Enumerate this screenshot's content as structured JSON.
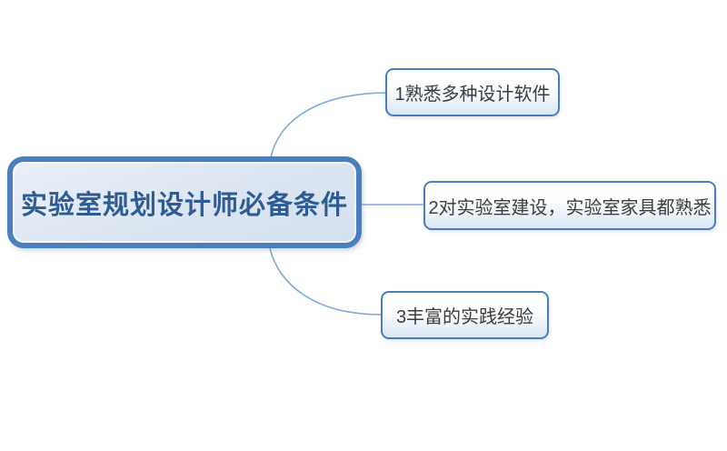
{
  "diagram": {
    "type": "mindmap",
    "background_color": "#ffffff",
    "root": {
      "label": "实验室规划设计师必备条件",
      "border_color": "#4a7ebc",
      "fill_color": "#dbe5f1",
      "text_color": "#2d5b94"
    },
    "branches": [
      {
        "label": "1熟悉多种设计软件"
      },
      {
        "label": "2对实验室建设，实验室家具都熟悉"
      },
      {
        "label": "3丰富的实践经验"
      }
    ],
    "branch_style": {
      "border_color": "#4a7ebc",
      "fill_color": "#ffffff",
      "fill_bottom_color": "#dbe7f5",
      "text_color": "#3d3d3d"
    },
    "connector_color": "#7da7d9"
  }
}
